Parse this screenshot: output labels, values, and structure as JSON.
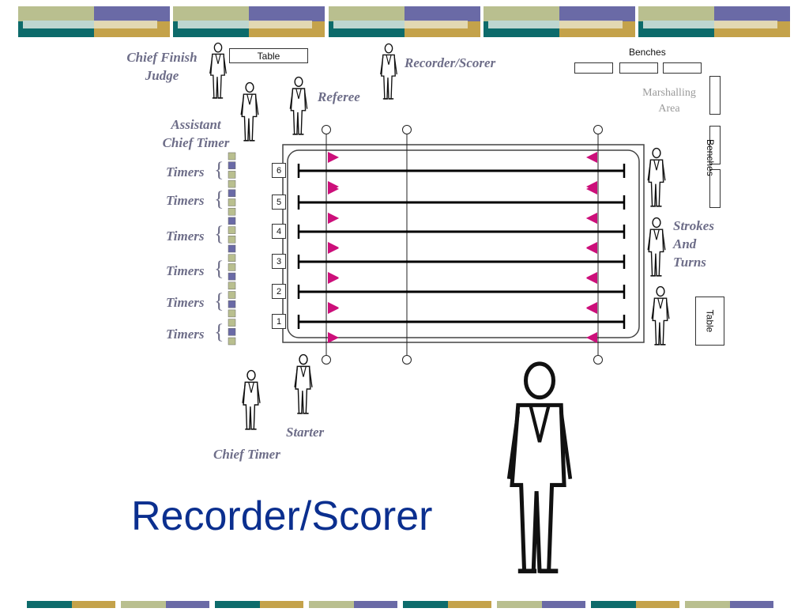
{
  "slide": {
    "title": "Recorder/Scorer",
    "colors": {
      "title": "#0b2f8f",
      "role_text": "#6d6d88",
      "touchpad_marker": "#cc0f7a",
      "banner_teal": "#0d6b6b",
      "banner_purple": "#6a6aa6",
      "banner_gold": "#c4a24a",
      "banner_olive": "#b9bf8f"
    }
  },
  "pool_layout": {
    "table_top_label": "Table",
    "table_right_label": "Table",
    "benches_top_label": "Benches",
    "benches_side_label": "Benches",
    "marshalling_area_lines": [
      "Marshalling",
      "Area"
    ],
    "lane_numbers": [
      "6",
      "5",
      "4",
      "3",
      "2",
      "1"
    ]
  },
  "officials": {
    "chief_finish_judge_lines": [
      "Chief Finish",
      "Judge"
    ],
    "recorder_scorer": "Recorder/Scorer",
    "referee": "Referee",
    "assistant_chief_timer_lines": [
      "Assistant",
      "Chief Timer"
    ],
    "timers": [
      "Timers",
      "Timers",
      "Timers",
      "Timers",
      "Timers",
      "Timers"
    ],
    "strokes_and_turns_lines": [
      "Strokes",
      "And",
      "Turns"
    ],
    "starter": "Starter",
    "chief_timer": "Chief Timer"
  }
}
